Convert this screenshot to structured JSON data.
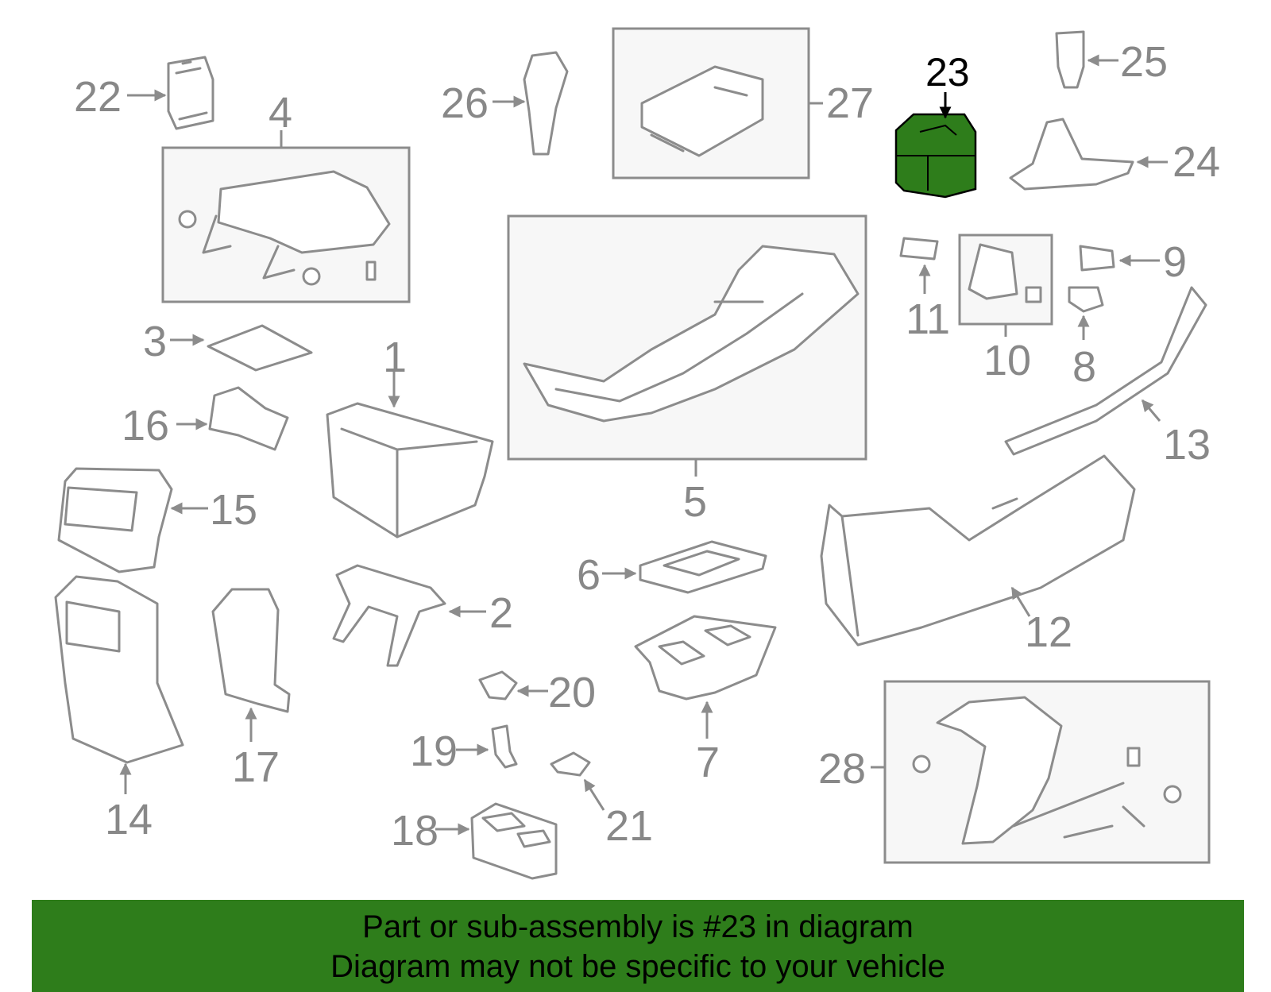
{
  "highlighted_part": "23",
  "callouts": {
    "c1": "1",
    "c2": "2",
    "c3": "3",
    "c4": "4",
    "c5": "5",
    "c6": "6",
    "c7": "7",
    "c8": "8",
    "c9": "9",
    "c10": "10",
    "c11": "11",
    "c12": "12",
    "c13": "13",
    "c14": "14",
    "c15": "15",
    "c16": "16",
    "c17": "17",
    "c18": "18",
    "c19": "19",
    "c20": "20",
    "c21": "21",
    "c22": "22",
    "c23": "23",
    "c24": "24",
    "c25": "25",
    "c26": "26",
    "c27": "27",
    "c28": "28"
  },
  "banner": {
    "line1": "Part or sub-assembly is #23 in diagram",
    "line2": "Diagram may not be specific to your vehicle"
  },
  "colors": {
    "banner_bg": "#2e7d1b",
    "highlight_fill": "#2e7d1b",
    "outline": "#8c8c8c"
  }
}
